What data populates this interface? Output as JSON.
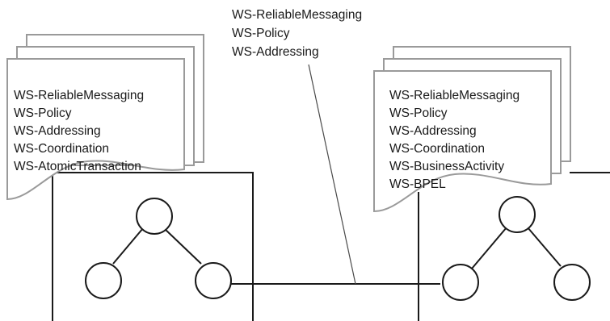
{
  "connection_labels": [
    "WS-ReliableMessaging",
    "WS-Policy",
    "WS-Addressing"
  ],
  "left_service": {
    "specs": [
      "WS-ReliableMessaging",
      "WS-Policy",
      "WS-Addressing",
      "WS-Coordination",
      "WS-AtomicTransaction"
    ]
  },
  "right_service": {
    "specs": [
      "WS-ReliableMessaging",
      "WS-Policy",
      "WS-Addressing",
      "WS-Coordination",
      "WS-BusinessActivity",
      "WS-BPEL"
    ]
  }
}
